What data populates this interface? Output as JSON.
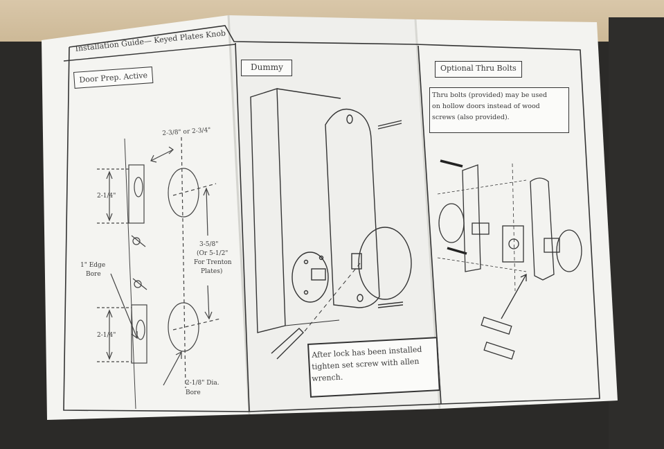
{
  "header": {
    "guide_title": "Installation Guide— Keyed Plates Knob"
  },
  "panel_left": {
    "title": "Door Prep. Active",
    "dim_backset": "2-3/8\" or 2-3/4\"",
    "dim_top": "2-1/4\"",
    "dim_bottom": "2-1/4\"",
    "edge_bore_line1": "1\" Edge",
    "edge_bore_line2": "Bore",
    "spacing_line1": "3-5/8\"",
    "spacing_line2": "(Or 5-1/2\"",
    "spacing_line3": "For Trenton",
    "spacing_line4": "Plates)",
    "dia_line1": "2-1/8\" Dia.",
    "dia_line2": "Bore"
  },
  "panel_middle": {
    "title": "Dummy",
    "note_line1": "After lock has been installed",
    "note_line2": "tighten set screw with allen",
    "note_line3": "wrench."
  },
  "panel_right": {
    "title": "Optional Thru Bolts",
    "note_line1": "Thru bolts (provided) may be used",
    "note_line2": "on hollow doors instead of wood",
    "note_line3": "screws (also provided)."
  }
}
